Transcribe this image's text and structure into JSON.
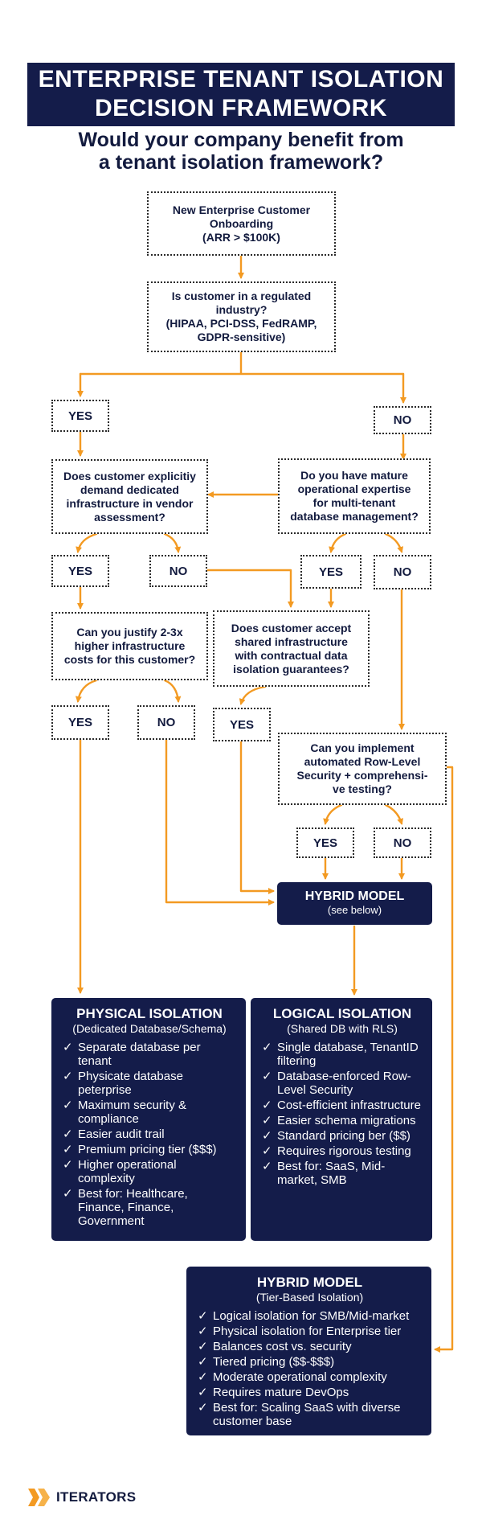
{
  "title_line1": "ENTERPRISE TENANT ISOLATION",
  "title_line2": "DECISION FRAMEWORK",
  "subtitle_line1": "Would your company benefit from",
  "subtitle_line2": "a tenant isolation framework?",
  "nodes": {
    "start": [
      "New Enterprise Customer",
      "Onboarding",
      "(ARR > $100K)"
    ],
    "regulated": [
      "Is customer in a regulated",
      "industry?",
      "(HIPAA, PCI-DSS, FedRAMP,",
      "GDPR-sensitive)"
    ],
    "dedicated": [
      "Does customer explicitiy",
      "demand dedicated",
      "infrastructure in vendor",
      "assessment?"
    ],
    "expertise": [
      "Do you have mature",
      "operational expertise",
      "for multi-tenant",
      "database management?"
    ],
    "justify": [
      "Can you justify 2-3x",
      "higher infrastructure",
      "costs for this customer?"
    ],
    "shared": [
      "Does customer accept",
      "shared infrastructure",
      "with contractual data",
      "isolation guarantees?"
    ],
    "rls": [
      "Can you implement",
      "automated Row-Level",
      "Security + comprehensi-",
      "ve testing?"
    ]
  },
  "answers": {
    "yes": "YES",
    "no": "NO"
  },
  "hybrid_node": {
    "title": "HYBRID MODEL",
    "subtitle": "(see below)"
  },
  "cards": {
    "physical": {
      "title": "PHYSICAL ISOLATION",
      "subtitle": "(Dedicated Database/Schema)",
      "items": [
        "Separate database per tenant",
        "Physicate database peterprise",
        "Maximum security & compliance",
        "Easier audit trail",
        "Premium pricing tier ($$$)",
        "Higher operational complexity",
        "Best for: Healthcare, Finance, Finance, Government"
      ]
    },
    "logical": {
      "title": "LOGICAL ISOLATION",
      "subtitle": "(Shared DB with RLS)",
      "items": [
        "Single database, TenantID filtering",
        "Database-enforced Row-Level Security",
        "Cost-efficient infrastructure",
        "Easier schema migrations",
        "Standard pricing ber ($$)",
        "Requires rigorous testing",
        "Best for: SaaS, Mid-market, SMB"
      ]
    },
    "hybrid": {
      "title": "HYBRID MODEL",
      "subtitle": "(Tier-Based Isolation)",
      "items": [
        "Logical isolation for SMB/Mid-market",
        "Physical isolation for Enterprise tier",
        "Balances cost vs. security",
        "Tiered pricing ($$-$$$)",
        "Moderate operational complexity",
        "Requires mature DevOps",
        "Best for: Scaling SaaS with diverse customer base"
      ]
    }
  },
  "logo": {
    "wordmark": "ITERATORS"
  },
  "colors": {
    "navy": "#141c4a",
    "connector": "#f39a22",
    "text": "#121a3e"
  }
}
